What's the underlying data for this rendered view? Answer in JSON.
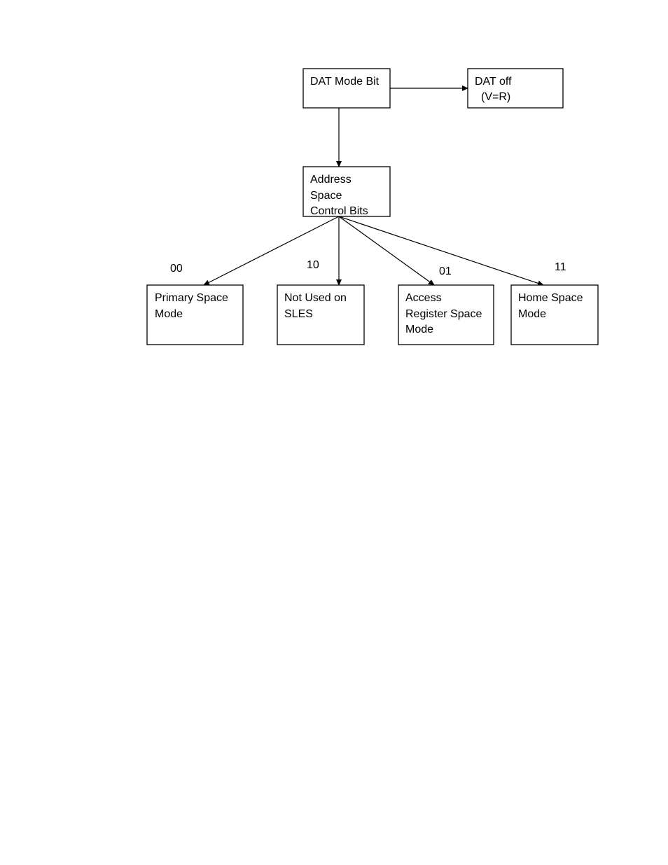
{
  "diagram": {
    "nodes": {
      "dat_mode_bit": {
        "lines": [
          "DAT Mode Bit"
        ]
      },
      "dat_off": {
        "lines": [
          "DAT off",
          "(V=R)"
        ]
      },
      "address_space_control_bits": {
        "lines": [
          "Address",
          "Space",
          "Control Bits"
        ]
      },
      "primary_space_mode": {
        "lines": [
          "Primary Space",
          "Mode"
        ]
      },
      "not_used_on_sles": {
        "lines": [
          "Not Used on",
          "SLES"
        ]
      },
      "access_register_space_mode": {
        "lines": [
          "Access",
          "Register Space",
          "Mode"
        ]
      },
      "home_space_mode": {
        "lines": [
          "Home Space",
          "Mode"
        ]
      }
    },
    "edges": [
      {
        "from": "dat_mode_bit",
        "to": "dat_off",
        "label": ""
      },
      {
        "from": "dat_mode_bit",
        "to": "address_space_control_bits",
        "label": ""
      },
      {
        "from": "address_space_control_bits",
        "to": "primary_space_mode",
        "label": "00"
      },
      {
        "from": "address_space_control_bits",
        "to": "not_used_on_sles",
        "label": "10"
      },
      {
        "from": "address_space_control_bits",
        "to": "access_register_space_mode",
        "label": "01"
      },
      {
        "from": "address_space_control_bits",
        "to": "home_space_mode",
        "label": "11"
      }
    ]
  }
}
